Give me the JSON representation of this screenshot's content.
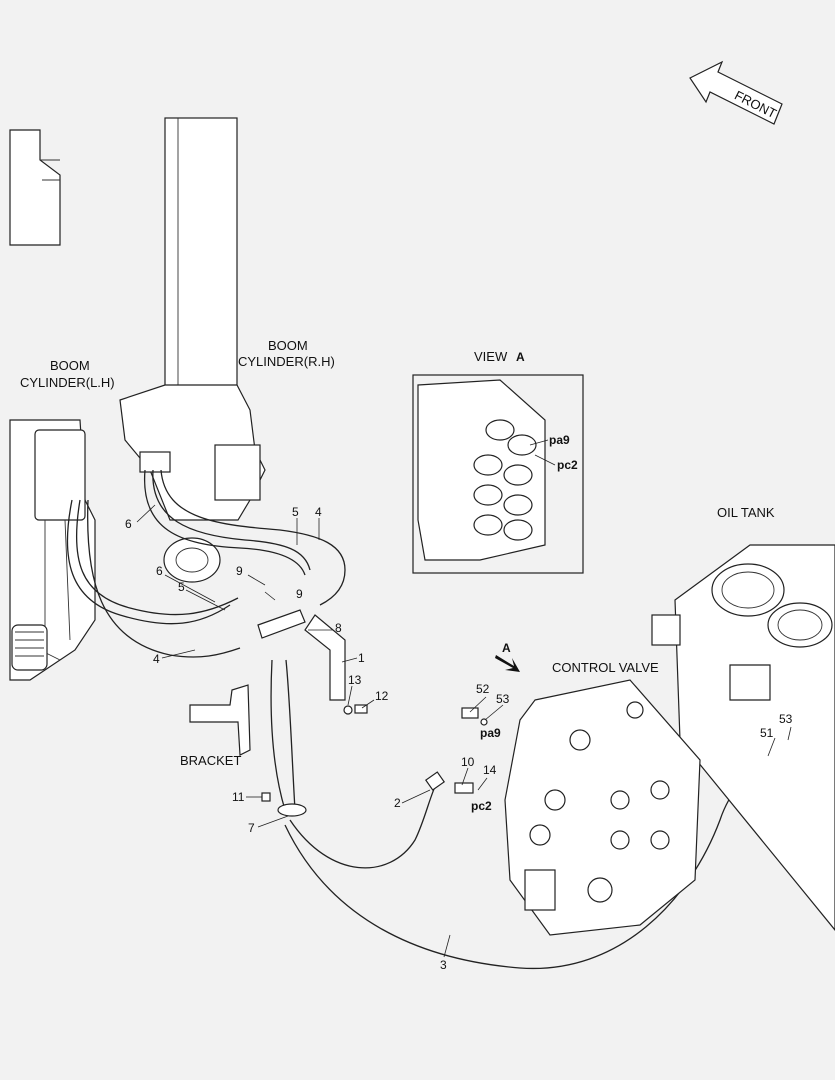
{
  "arrow_label": "FRONT",
  "view_title": "VIEW",
  "view_letter": "A",
  "view_marker": "A",
  "components": {
    "boom_left": [
      "BOOM",
      "CYLINDER(L.H)"
    ],
    "boom_right": [
      "BOOM",
      "CYLINDER(R.H)"
    ],
    "oil_tank": "OIL TANK",
    "control_valve": "CONTROL VALVE",
    "bracket": "BRACKET"
  },
  "ports": {
    "pa9_view": "pa9",
    "pc2_view": "pc2",
    "pa9": "pa9",
    "pc2": "pc2"
  },
  "part_numbers": {
    "p1": "1",
    "p2": "2",
    "p3": "3",
    "p4a": "4",
    "p4b": "4",
    "p5a": "5",
    "p5b": "5",
    "p6a": "6",
    "p6b": "6",
    "p7": "7",
    "p8": "8",
    "p9a": "9",
    "p9b": "9",
    "p10": "10",
    "p11": "11",
    "p12": "12",
    "p13": "13",
    "p14": "14",
    "p51": "51",
    "p52": "52",
    "p53a": "53",
    "p53b": "53"
  },
  "colors": {
    "line": "#222222",
    "background": "#f2f2f2",
    "part_fill": "#ffffff"
  }
}
